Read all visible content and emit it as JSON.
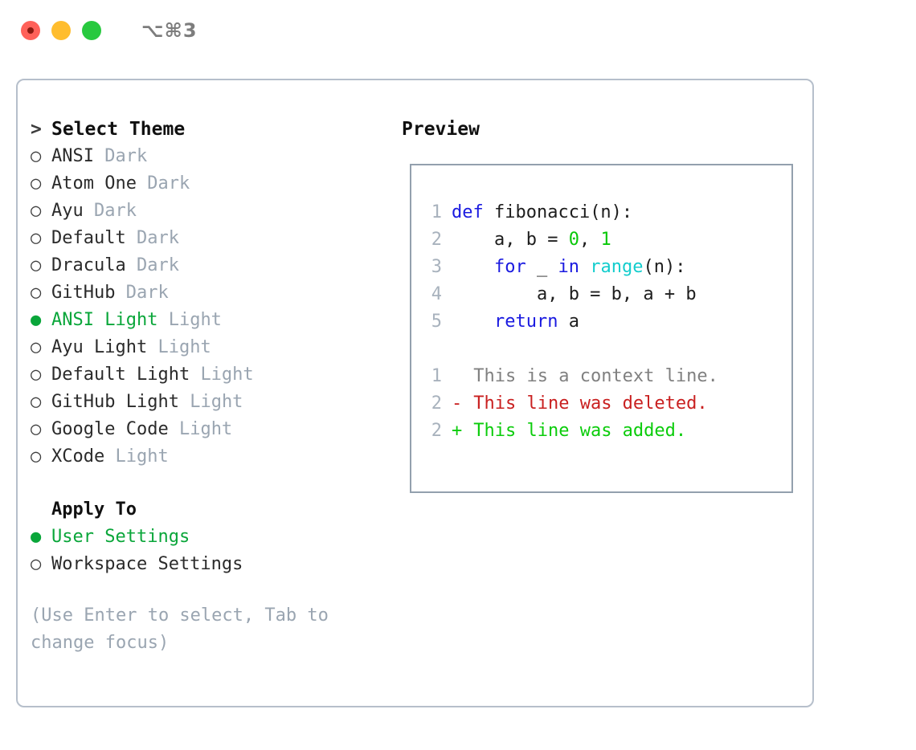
{
  "window": {
    "traffic_lights": [
      "close",
      "minimize",
      "maximize"
    ],
    "shortcut_label": "⌥⌘3"
  },
  "theme_panel": {
    "header": "Select Theme",
    "header_marker": ">",
    "marker_selected": "●",
    "marker_unselected": "○",
    "items": [
      {
        "name": "ANSI",
        "tag": "Dark",
        "selected": false
      },
      {
        "name": "Atom One",
        "tag": "Dark",
        "selected": false
      },
      {
        "name": "Ayu",
        "tag": "Dark",
        "selected": false
      },
      {
        "name": "Default",
        "tag": "Dark",
        "selected": false
      },
      {
        "name": "Dracula",
        "tag": "Dark",
        "selected": false
      },
      {
        "name": "GitHub",
        "tag": "Dark",
        "selected": false
      },
      {
        "name": "ANSI Light",
        "tag": "Light",
        "selected": true
      },
      {
        "name": "Ayu Light",
        "tag": "Light",
        "selected": false
      },
      {
        "name": "Default Light",
        "tag": "Light",
        "selected": false
      },
      {
        "name": "GitHub Light",
        "tag": "Light",
        "selected": false
      },
      {
        "name": "Google Code",
        "tag": "Light",
        "selected": false
      },
      {
        "name": "XCode",
        "tag": "Light",
        "selected": false
      }
    ]
  },
  "apply_to": {
    "header": "Apply To",
    "items": [
      {
        "name": "User Settings",
        "selected": true
      },
      {
        "name": "Workspace Settings",
        "selected": false
      }
    ]
  },
  "hint": "(Use Enter to select, Tab to change focus)",
  "preview": {
    "title": "Preview",
    "code_lines": [
      {
        "number": "1",
        "tokens": [
          {
            "text": "def ",
            "kind": "kw"
          },
          {
            "text": "fibonacci(n):",
            "kind": "plain"
          }
        ]
      },
      {
        "number": "2",
        "tokens": [
          {
            "text": "    a, b = ",
            "kind": "plain"
          },
          {
            "text": "0",
            "kind": "num"
          },
          {
            "text": ", ",
            "kind": "plain"
          },
          {
            "text": "1",
            "kind": "num"
          }
        ]
      },
      {
        "number": "3",
        "tokens": [
          {
            "text": "    ",
            "kind": "plain"
          },
          {
            "text": "for",
            "kind": "kw"
          },
          {
            "text": " _ ",
            "kind": "plain"
          },
          {
            "text": "in",
            "kind": "kw"
          },
          {
            "text": " ",
            "kind": "plain"
          },
          {
            "text": "range",
            "kind": "fn"
          },
          {
            "text": "(n):",
            "kind": "plain"
          }
        ]
      },
      {
        "number": "4",
        "tokens": [
          {
            "text": "        a, b = b, a + b",
            "kind": "plain"
          }
        ]
      },
      {
        "number": "5",
        "tokens": [
          {
            "text": "    ",
            "kind": "plain"
          },
          {
            "text": "return",
            "kind": "kw"
          },
          {
            "text": " a",
            "kind": "plain"
          }
        ]
      }
    ],
    "diff_lines": [
      {
        "number": "1",
        "sign": " ",
        "text": "This is a context line.",
        "kind": "ctx"
      },
      {
        "number": "2",
        "sign": "-",
        "text": "This line was deleted.",
        "kind": "del"
      },
      {
        "number": "2",
        "sign": "+",
        "text": "This line was added.",
        "kind": "add"
      }
    ]
  },
  "colors": {
    "accent_green": "#0aa63a",
    "tag_gray": "#9aa5b1",
    "keyword_blue": "#1a1ae0",
    "function_cyan": "#13cdcd",
    "number_green": "#08c808",
    "diff_delete_red": "#c92020",
    "diff_add_green": "#0bcc0b",
    "border_gray": "#93a0ae",
    "panel_border": "#b6bfcb"
  }
}
